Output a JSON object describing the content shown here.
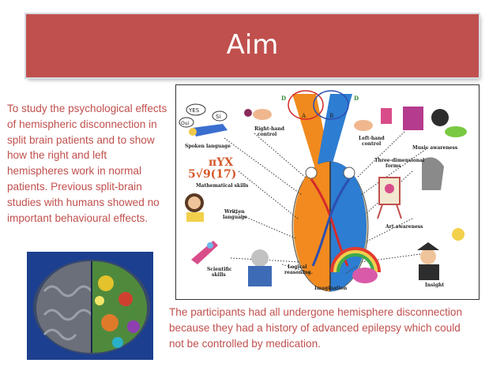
{
  "slide": {
    "title": "Aim",
    "aim_paragraph": "To study the psychological effects of hemispheric disconnection in split brain patients and to show how the right and left hemispheres work in normal patients. Previous split-brain studies with humans showed no important behavioural effects.",
    "participants_paragraph": "The participants had all undergone hemisphere disconnection because they had a history of advanced epilepsy which could not be controlled by medication."
  },
  "diagram": {
    "label_d_left": "D",
    "label_d_right": "D",
    "label_a": "A",
    "label_b": "B",
    "yes_bubble": "YES",
    "si_bubble": "Si",
    "oui_bubble": "Oui",
    "math_line1": "πYX",
    "math_line2": "5√9(17)",
    "labels": {
      "spoken_language": "Spoken language",
      "right_hand_control_1": "Right-hand",
      "right_hand_control_2": "control",
      "left_hand_control_1": "Left-hand",
      "left_hand_control_2": "control",
      "music_awareness": "Music awareness",
      "three_d_1": "Three-dimensional",
      "three_d_2": "forms",
      "math_skills": "Mathematical skills",
      "written_1": "Written",
      "written_2": "language",
      "art_awareness": "Art awareness",
      "scientific_1": "Scientific",
      "scientific_2": "skills",
      "logical_1": "Logical",
      "logical_2": "reasoning",
      "imagination": "Imagination",
      "insight": "Insight"
    }
  },
  "colors": {
    "title_bg": "#c0504d",
    "text_accent": "#c0504d"
  }
}
